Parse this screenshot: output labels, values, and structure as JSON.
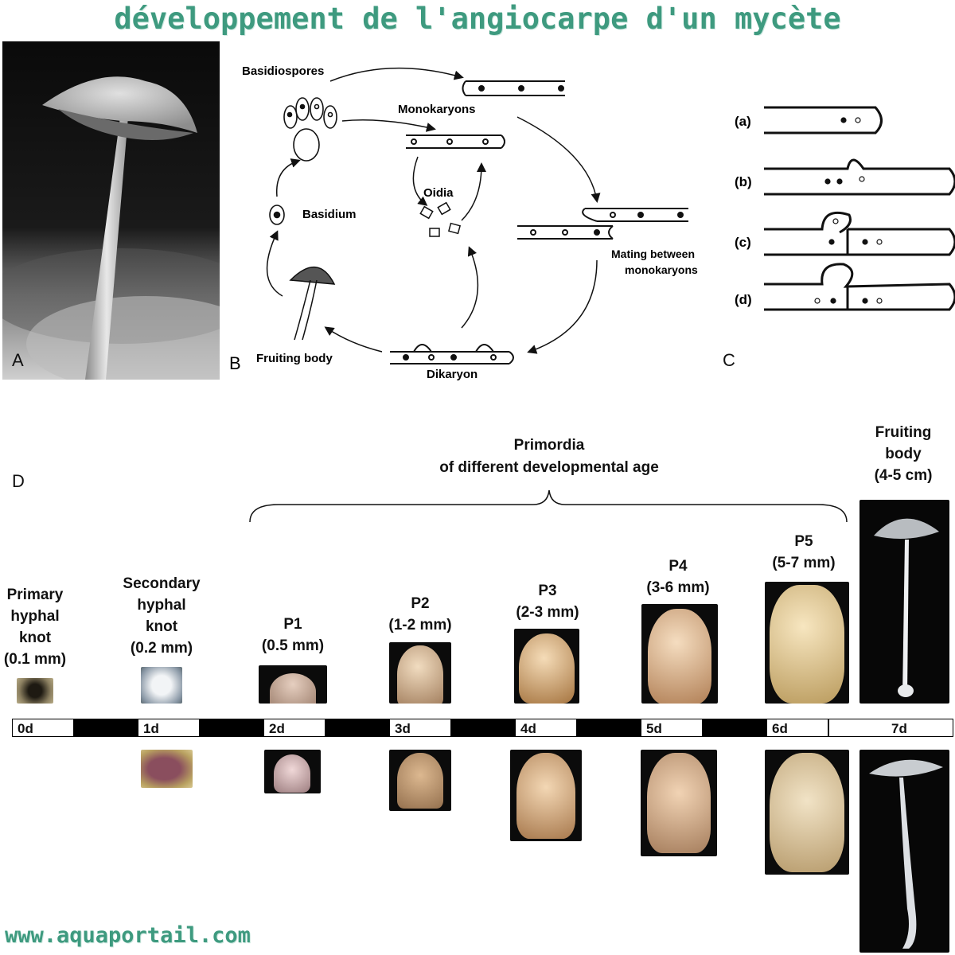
{
  "title": "développement de l'angiocarpe d'un mycète",
  "footer": "www.aquaportail.com",
  "panels": {
    "a": "A",
    "b": "B",
    "c": "C",
    "d": "D"
  },
  "cycle": {
    "basidiospores": "Basidiospores",
    "monokaryons": "Monokaryons",
    "oidia": "Oidia",
    "basidium": "Basidium",
    "mating_line1": "Mating between",
    "mating_line2": "monokaryons",
    "fruiting_body": "Fruiting body",
    "dikaryon": "Dikaryon"
  },
  "clamp_steps": [
    "(a)",
    "(b)",
    "(c)",
    "(d)"
  ],
  "primordia_header": {
    "line1": "Primordia",
    "line2": "of different developmental age"
  },
  "stages": [
    {
      "lines": [
        "Primary",
        "hyphal",
        "knot",
        "(0.1 mm)"
      ]
    },
    {
      "lines": [
        "Secondary",
        "hyphal",
        "knot",
        "(0.2 mm)"
      ]
    },
    {
      "lines": [
        "P1",
        "(0.5 mm)"
      ]
    },
    {
      "lines": [
        "P2",
        "(1-2 mm)"
      ]
    },
    {
      "lines": [
        "P3",
        "(2-3 mm)"
      ]
    },
    {
      "lines": [
        "P4",
        "(3-6 mm)"
      ]
    },
    {
      "lines": [
        "P5",
        "(5-7 mm)"
      ]
    },
    {
      "lines": [
        "Fruiting",
        "body",
        "(4-5 cm)"
      ]
    }
  ],
  "timeline_days": [
    "0d",
    "1d",
    "2d",
    "3d",
    "4d",
    "5d",
    "6d",
    "7d"
  ],
  "colors": {
    "title": "#3e9a7f",
    "footer": "#3e9a7f"
  }
}
